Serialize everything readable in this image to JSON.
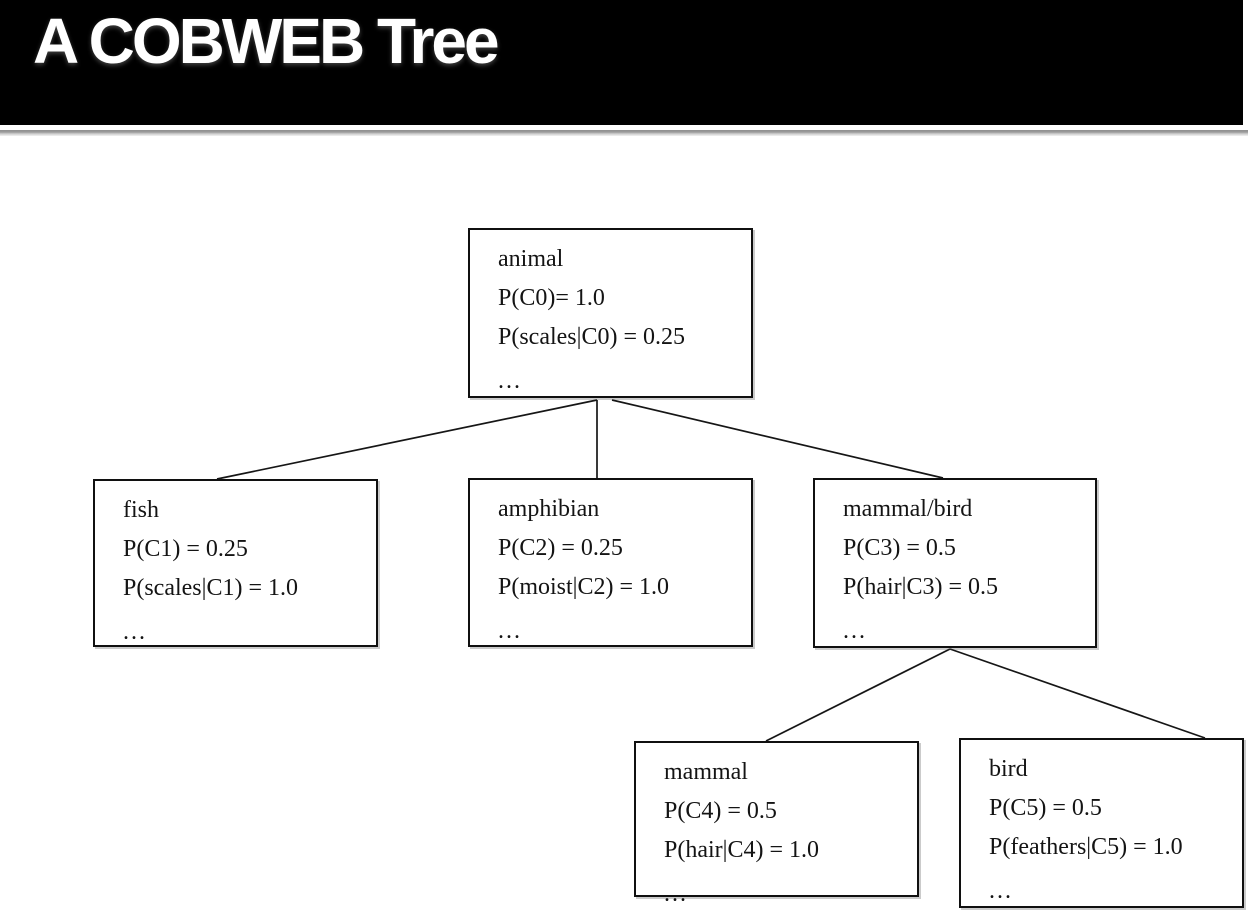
{
  "slide": {
    "title": "A COBWEB Tree"
  },
  "colors": {
    "header_background": "#000000",
    "title_text": "#ffffff",
    "separator_line": "#8f8f8f",
    "box_border": "#101010",
    "diagram_text": "#141414",
    "slide_background": "#ffffff"
  },
  "tree": {
    "nodes": [
      {
        "id": "animal",
        "name": "animal",
        "p_class": "P(C0)= 1.0",
        "p_attr": "P(scales|C0) = 0.25",
        "ellipsis": "..."
      },
      {
        "id": "fish",
        "name": "fish",
        "p_class": "P(C1) = 0.25",
        "p_attr": "P(scales|C1) = 1.0",
        "ellipsis": "..."
      },
      {
        "id": "amphibian",
        "name": "amphibian",
        "p_class": "P(C2) = 0.25",
        "p_attr": "P(moist|C2) = 1.0",
        "ellipsis": "..."
      },
      {
        "id": "mammal-bird",
        "name": "mammal/bird",
        "p_class": "P(C3) = 0.5",
        "p_attr": "P(hair|C3) = 0.5",
        "ellipsis": "..."
      },
      {
        "id": "mammal",
        "name": "mammal",
        "p_class": "P(C4) = 0.5",
        "p_attr": "P(hair|C4) = 1.0",
        "ellipsis": "..."
      },
      {
        "id": "bird",
        "name": "bird",
        "p_class": "P(C5) = 0.5",
        "p_attr": "P(feathers|C5) = 1.0",
        "ellipsis": "..."
      }
    ],
    "edges": [
      {
        "from": "animal",
        "to": "fish"
      },
      {
        "from": "animal",
        "to": "amphibian"
      },
      {
        "from": "animal",
        "to": "mammal-bird"
      },
      {
        "from": "mammal-bird",
        "to": "mammal"
      },
      {
        "from": "mammal-bird",
        "to": "bird"
      }
    ]
  }
}
